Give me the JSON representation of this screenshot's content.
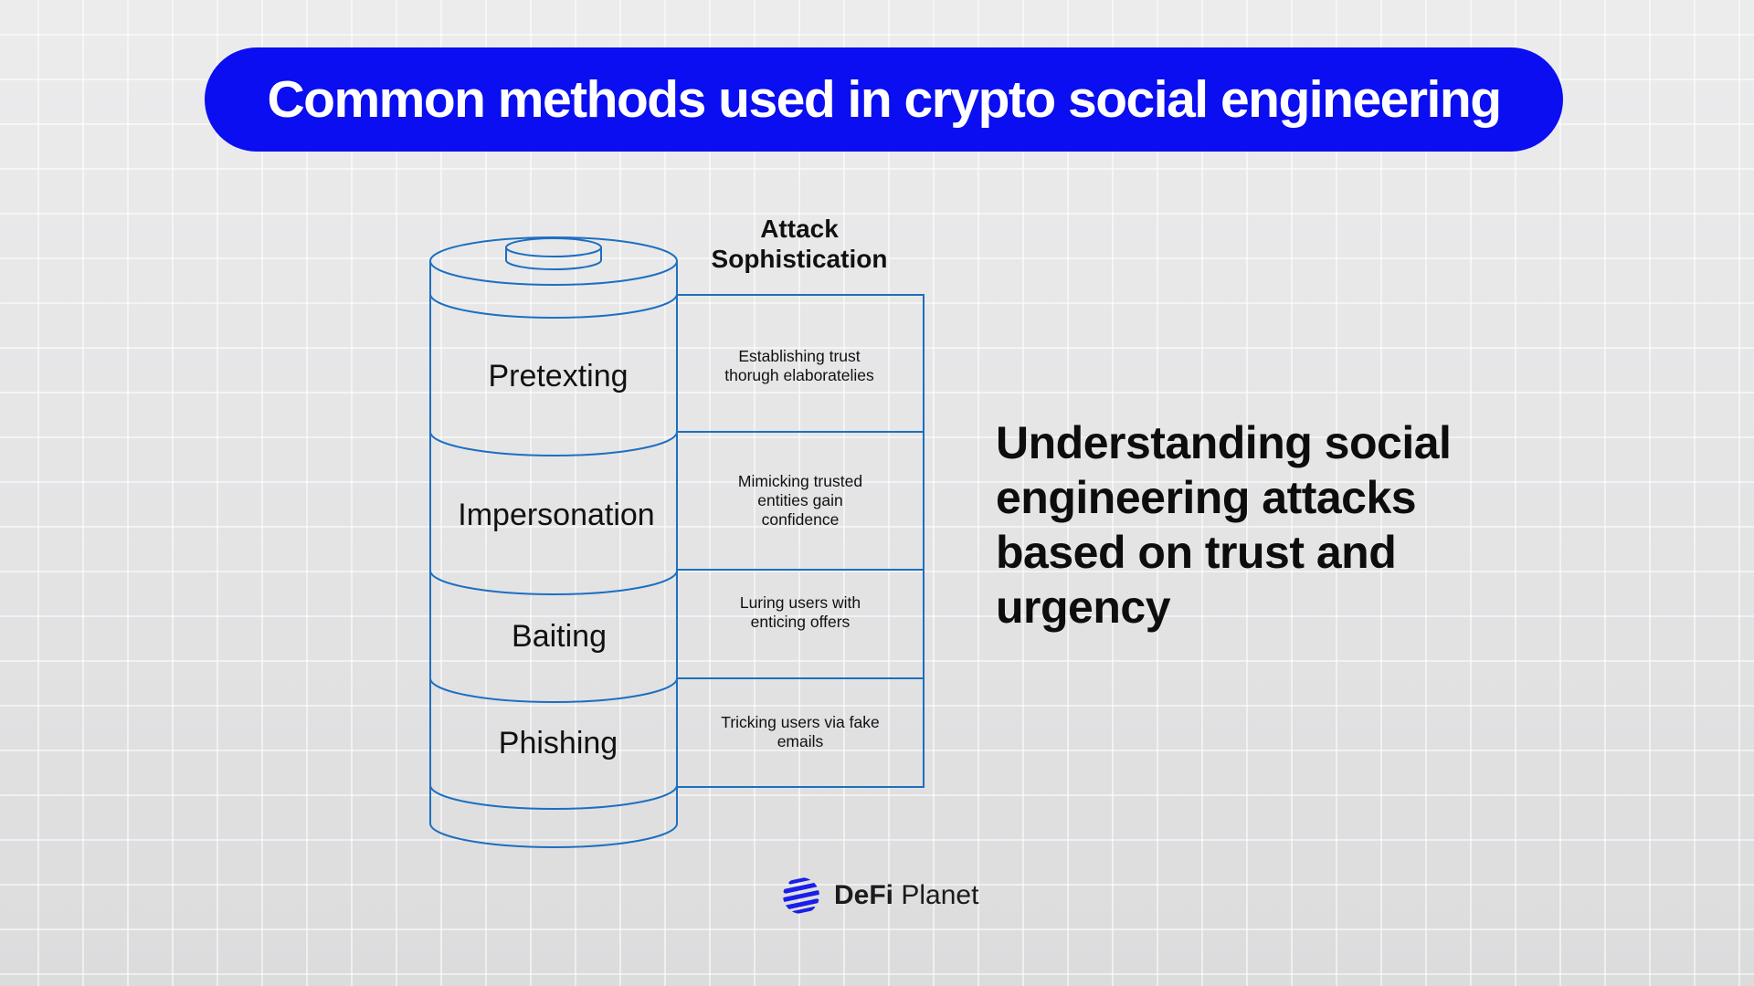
{
  "title": "Common methods used in crypto social engineering",
  "column_header": [
    "Attack",
    "Sophistication"
  ],
  "layers": [
    {
      "name": "Pretexting",
      "description": [
        "Establishing trust",
        "thorugh elaboratelies"
      ]
    },
    {
      "name": "Impersonation",
      "description": [
        "Mimicking trusted",
        "entities gain",
        "confidence"
      ]
    },
    {
      "name": "Baiting",
      "description": [
        "Luring users with",
        "enticing offers"
      ]
    },
    {
      "name": "Phishing",
      "description": [
        "Tricking users via fake",
        "emails"
      ]
    }
  ],
  "side_heading": [
    "Understanding social",
    "engineering attacks",
    "based on trust and",
    "urgency"
  ],
  "logo": {
    "bold": "DeFi",
    "light": "Planet",
    "icon": "globe-icon"
  },
  "colors": {
    "banner": "#0a0ef0",
    "diagram_stroke": "#1e6fc0",
    "logo_accent": "#1a1fe8",
    "text": "#111111"
  }
}
